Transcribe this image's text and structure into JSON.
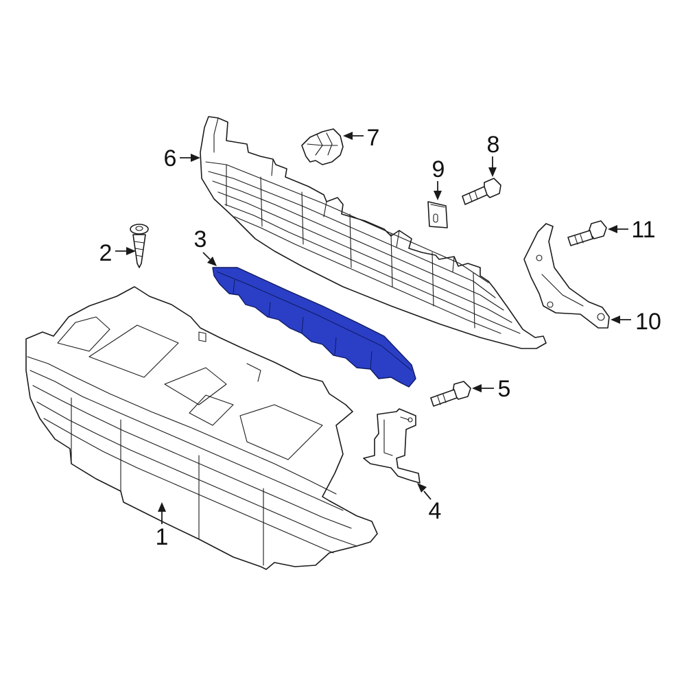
{
  "diagram": {
    "highlight_color": "#2a3fc6",
    "callouts": [
      {
        "id": "1",
        "label": "1",
        "part": "grille-assembly"
      },
      {
        "id": "2",
        "label": "2",
        "part": "screw"
      },
      {
        "id": "3",
        "label": "3",
        "part": "support-bracket"
      },
      {
        "id": "4",
        "label": "4",
        "part": "side-bracket"
      },
      {
        "id": "5",
        "label": "5",
        "part": "bolt"
      },
      {
        "id": "6",
        "label": "6",
        "part": "upper-grille"
      },
      {
        "id": "7",
        "label": "7",
        "part": "push-clip"
      },
      {
        "id": "8",
        "label": "8",
        "part": "bolt"
      },
      {
        "id": "9",
        "label": "9",
        "part": "nut-clip"
      },
      {
        "id": "10",
        "label": "10",
        "part": "mounting-bracket"
      },
      {
        "id": "11",
        "label": "11",
        "part": "bolt"
      }
    ]
  }
}
